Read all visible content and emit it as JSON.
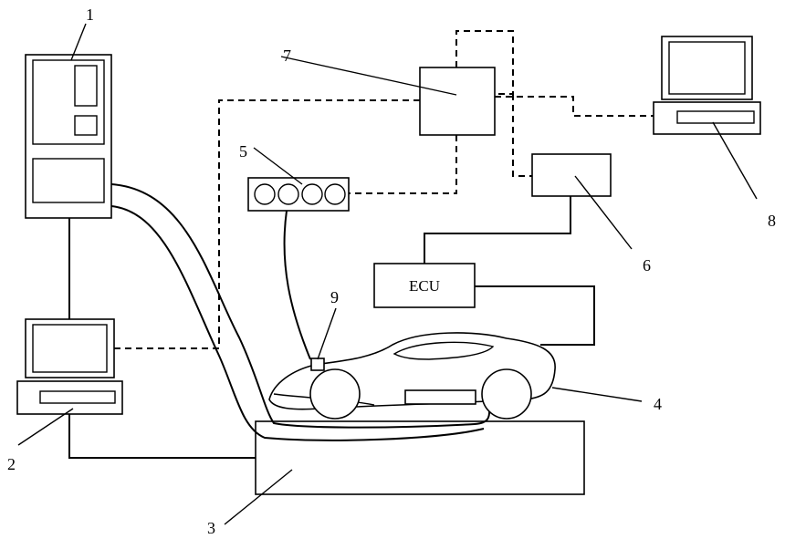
{
  "labels": {
    "l1": "1",
    "l2": "2",
    "l3": "3",
    "l4": "4",
    "l5": "5",
    "l6": "6",
    "l7": "7",
    "l8": "8",
    "l9": "9"
  },
  "ecu_text": "ECU"
}
